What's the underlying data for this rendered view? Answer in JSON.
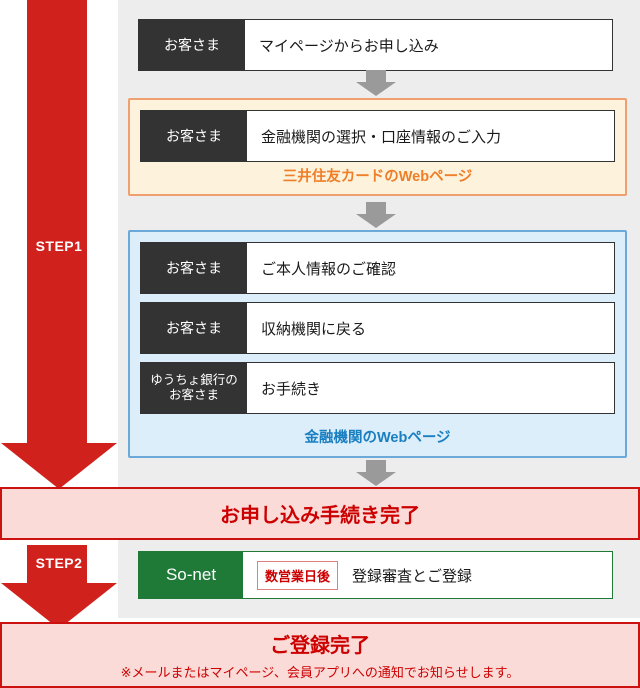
{
  "steps": {
    "step1_label": "STEP1",
    "step2_label": "STEP2"
  },
  "rows": {
    "mypage": {
      "actor": "お客さま",
      "desc": "マイページからお申し込み"
    },
    "bank_select": {
      "actor": "お客さま",
      "desc": "金融機関の選択・口座情報のご入力"
    },
    "identity": {
      "actor": "お客さま",
      "desc": "ご本人情報のご確認"
    },
    "return": {
      "actor": "お客さま",
      "desc": "収納機関に戻る"
    },
    "jp_bank": {
      "actor_line1": "ゆうちょ銀行の",
      "actor_line2": "お客さま",
      "desc": "お手続き"
    }
  },
  "sections": {
    "smcc_label": "三井住友カードのWebページ",
    "bank_label": "金融機関のWebページ"
  },
  "banners": {
    "apply_done": "お申し込み手続き完了",
    "registration_done": "ご登録完了",
    "registration_note": "※メールまたはマイページ、会員アプリへの通知でお知らせします。"
  },
  "sonet": {
    "brand": "So-net",
    "badge": "数営業日後",
    "desc": "登録審査とご登録"
  },
  "colors": {
    "step_arrow_red": "#d0211c",
    "smcc_accent": "#ef7e28",
    "bank_accent": "#1a7fc1",
    "sonet_green": "#1f7a38",
    "banner_red": "#cc0000",
    "actor_dark": "#333333"
  }
}
